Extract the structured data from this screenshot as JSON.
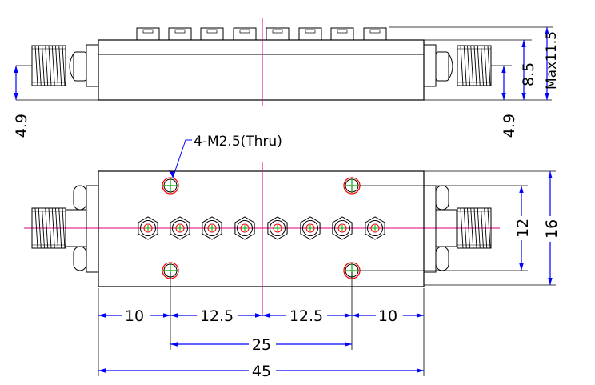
{
  "colors": {
    "outline": "#000000",
    "centerline": "#e0007a",
    "dimension": "#0000ff",
    "hole_ring": "#ff0000",
    "hole_cross": "#00aa00"
  },
  "annotations": {
    "thread_callout": "4-M2.5(Thru)"
  },
  "side_view": {
    "dims": {
      "connector_height_left": "4.9",
      "connector_height_right": "4.9",
      "body_height": "8.5",
      "max_height": "Max11.5"
    }
  },
  "top_view": {
    "dims": {
      "edge_to_hole_left": "10",
      "hole_to_center_left": "12.5",
      "center_to_hole_right": "12.5",
      "hole_to_edge_right": "10",
      "hole_spacing": "25",
      "overall_length": "45",
      "hole_vertical_spacing": "12",
      "overall_width": "16"
    }
  },
  "icons": {
    "connectors": "sma-connector-icon",
    "tuning_screws": "tuning-screw-icon",
    "mounting_holes": "mounting-hole-icon"
  }
}
